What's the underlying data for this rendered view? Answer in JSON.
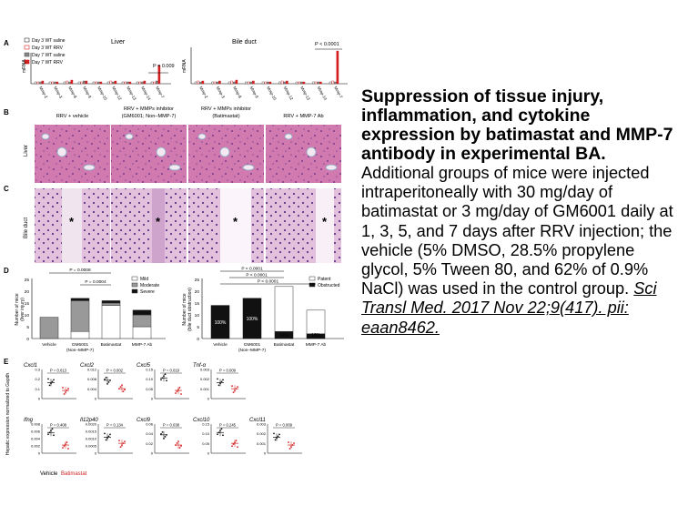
{
  "figure": {
    "panel_a": {
      "letter": "A",
      "ylabel": "mRNA",
      "legend": [
        {
          "label": "Day 3 WT saline",
          "fill": "#ffffff",
          "stroke": "#333333"
        },
        {
          "label": "Day 3 WT RRV",
          "fill": "#ffffff",
          "stroke": "#d22020"
        },
        {
          "label": "Day 7 WT saline",
          "fill": "#888888",
          "stroke": "#555555"
        },
        {
          "label": "Day 7 WT RRV",
          "fill": "#d22020",
          "stroke": "#d22020"
        }
      ],
      "liver": {
        "title": "Liver",
        "categories": [
          "Mmp-2",
          "Mmp-3",
          "Mmp-8",
          "Mmp-9",
          "Mmp-10",
          "Mmp-12",
          "Mmp-13",
          "Mmp-14",
          "Mmp-7"
        ],
        "pvalue": "P = 0.009"
      },
      "bile": {
        "title": "Bile duct",
        "categories": [
          "Mmp-2",
          "Mmp-3",
          "Mmp-8",
          "Mmp-9",
          "Mmp-10",
          "Mmp-12",
          "Mmp-13",
          "Mmp-14",
          "Mmp-7"
        ],
        "pvalue": "P < 0.0001"
      }
    },
    "panel_b": {
      "letter": "B",
      "row_label": "Liver",
      "columns": [
        "RRV + vehicle",
        "RRV + MMPs inhibitor\n(GM6001; Non–MMP-7)",
        "RRV + MMPs inhibitor\n(Batimastat)",
        "RRV + MMP-7 Ab"
      ]
    },
    "panel_c": {
      "letter": "C",
      "row_label": "Bile duct",
      "star": "*"
    },
    "panel_d": {
      "letter": "D",
      "left": {
        "ylabel": "Number of mice\n(liver injury)",
        "yticks": [
          "0",
          "5",
          "10",
          "15",
          "20",
          "25"
        ],
        "legend": [
          "Mild",
          "Moderate",
          "Severe"
        ],
        "pvalues": [
          "P = 0.0008",
          "P = 0.0004"
        ],
        "categories": [
          "Vehicle",
          "GM6001\n(Non–MMP-7)",
          "Batimastat",
          "MMP-7 Ab"
        ],
        "colors": {
          "mild": "#ffffff",
          "moderate": "#999999",
          "severe": "#111111"
        }
      },
      "right": {
        "ylabel": "Number of mice\n(bile duct obstruction)",
        "yticks": [
          "0",
          "5",
          "10",
          "15",
          "20",
          "25"
        ],
        "legend": [
          "Patent",
          "Obstructed"
        ],
        "pvalues": [
          "P < 0.0001",
          "P < 0.0001",
          "P < 0.0001"
        ],
        "categories": [
          "Vehicle",
          "GM6001\n(Non–MMP-7)",
          "Batimastat",
          "MMP-7 Ab"
        ],
        "bar_labels": [
          "100%",
          "100%",
          "14%",
          "18%"
        ]
      }
    },
    "panel_e": {
      "letter": "E",
      "ylabel": "Hepatic expression normalized to Gapdh",
      "row1": [
        {
          "gene": "Cxcl1",
          "p": "P = 0.013",
          "yticks": [
            "0",
            "0.1",
            "0.2",
            "0.3"
          ]
        },
        {
          "gene": "Cxcl2",
          "p": "P = 0.002",
          "yticks": [
            "0",
            "0.004",
            "0.008",
            "0.012"
          ]
        },
        {
          "gene": "Cxcl5",
          "p": "P = 0.019",
          "yticks": [
            "0",
            "0.05",
            "0.10",
            "0.15"
          ]
        },
        {
          "gene": "Tnf-α",
          "p": "P = 0.009",
          "yticks": [
            "0",
            "0.001",
            "0.002",
            "0.003"
          ]
        }
      ],
      "row2": [
        {
          "gene": "Ifng",
          "p": "P = 0.408",
          "yticks": [
            "0",
            "0.002",
            "0.004",
            "0.006",
            "0.008"
          ]
        },
        {
          "gene": "Il12p40",
          "p": "P = 0.134",
          "yticks": [
            "0",
            "0.0005",
            "0.0010",
            "0.0015",
            "0.0020"
          ]
        },
        {
          "gene": "Cxcl9",
          "p": "P = 0.038",
          "yticks": [
            "0",
            "0.02",
            "0.04",
            "0.06"
          ]
        },
        {
          "gene": "Cxcl10",
          "p": "P = 0.245",
          "yticks": [
            "0",
            "0.05",
            "0.10",
            "0.15"
          ]
        },
        {
          "gene": "Cxcl11",
          "p": "P = 0.009",
          "yticks": [
            "0",
            "0.001",
            "0.002",
            "0.003"
          ]
        }
      ],
      "xlabel_vehicle": "Vehicle",
      "xlabel_batimastat": "Batimastat",
      "color_vehicle": "#111111",
      "color_batimastat": "#d22020"
    }
  },
  "caption": {
    "title": "Suppression of tissue injury, inflammation, and cytokine expression by batimastat and MMP-7 antibody in experimental BA.",
    "body": "Additional groups of mice were injected intraperitoneally with 30 mg/day of batimastat or 3 mg/day of GM6001 daily at 1, 3, 5, and 7 days after RRV injection; the vehicle (5% DMSO, 28.5% propylene glycol, 5% Tween 80, and 62% of 0.9% NaCl) was used in the control group.",
    "citation": "Sci Transl Med. 2017 Nov 22;9(417). pii: eaan8462."
  }
}
